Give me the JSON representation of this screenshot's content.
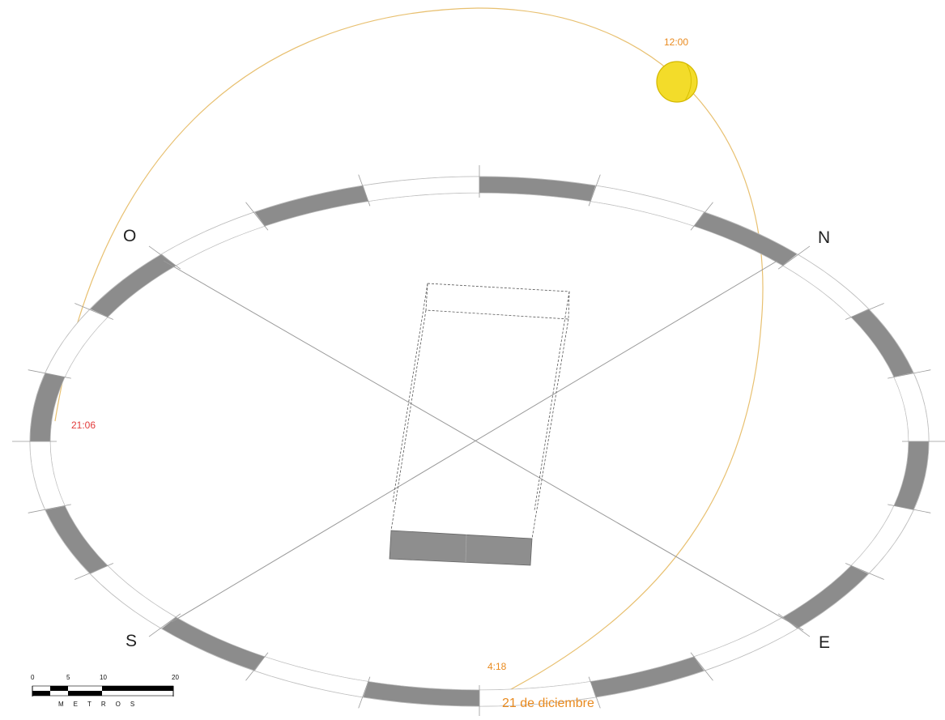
{
  "colors": {
    "ring_dark": "#8c8c8c",
    "line": "#9a9a9a",
    "sun_path": "#e8c070",
    "sun_fill": "#f3dc2a",
    "sun_stroke": "#d4b800",
    "time_orange": "#e98a1e",
    "time_red": "#e23a3a",
    "building": "#8e8e8e"
  },
  "compass": {
    "north": "N",
    "south": "S",
    "east": "E",
    "west": "O"
  },
  "sun": {
    "noon_label": "12:00",
    "sunset_label": "21:06",
    "sunrise_label": "4:18",
    "date_label": "21 de diciembre"
  },
  "scale_bar": {
    "ticks": [
      "0",
      "5",
      "10",
      "20"
    ],
    "unit": "METROS"
  }
}
